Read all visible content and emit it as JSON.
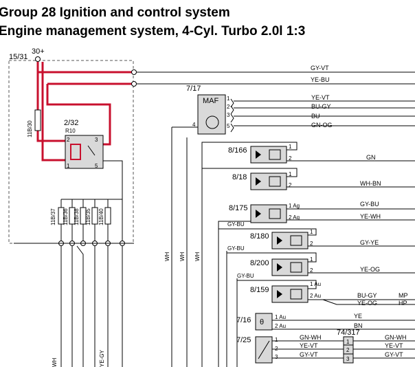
{
  "header": {
    "title_line1": "Group 28 Ignition and control system",
    "title_line2": "Engine management system, 4-Cyl. Turbo 2.0l 1:3"
  },
  "fuse_box": {
    "label": "15/31",
    "supply": "30+"
  },
  "relay": {
    "ref": "2/32",
    "sub": "R10",
    "fuse": "11B/30"
  },
  "fuses": [
    "11B/37",
    "11B/36",
    "11B/38",
    "11B/35",
    "11B/40"
  ],
  "bus_wires": [
    "GY-VT",
    "YE-BU"
  ],
  "maf": {
    "ref": "7/17",
    "label": "MAF",
    "pins": [
      "1",
      "2",
      "3",
      "4",
      "5"
    ],
    "wires": [
      "YE-VT",
      "BU-GY",
      "BU",
      "GN-OG"
    ]
  },
  "vertical_wires": [
    "WH",
    "WH",
    "WH",
    "WH",
    "YE-GY"
  ],
  "ground_wires": [
    "GY-BU",
    "GY-BU",
    "GY-BU"
  ],
  "injectors": [
    {
      "ref": "8/166",
      "pin1": "1",
      "pin2": "2",
      "wire": "GN"
    },
    {
      "ref": "8/18",
      "pin1": "1",
      "pin2": "2",
      "wire": "WH-BN"
    },
    {
      "ref": "8/175",
      "pin1": "1 Ag",
      "pin2": "2 Ag",
      "wire1": "GY-BU",
      "wire2": "YE-WH"
    },
    {
      "ref": "8/180",
      "pin1": "1",
      "pin2": "2",
      "wire": "GY-YE"
    },
    {
      "ref": "8/200",
      "pin1": "1",
      "pin2": "2",
      "wire": "YE-OG"
    },
    {
      "ref": "8/159",
      "pin1": "1 Au",
      "pin2": "2 Au",
      "wire_a": "BU-GY",
      "wire_b": "YE-OG",
      "tag_a": "MP",
      "tag_b": "HP"
    }
  ],
  "temp_sensor": {
    "ref": "7/16",
    "pin1": "1 Au",
    "pin2": "2 Au",
    "wire1": "YE",
    "wire2": "BN"
  },
  "pressure_sensor": {
    "ref": "7/25",
    "pins": [
      "1",
      "2",
      "3"
    ],
    "wires_left": [
      "GN-WH",
      "YE-VT",
      "GY-VT"
    ],
    "connector": "74/317",
    "conn_pins": [
      "1",
      "2",
      "3"
    ],
    "wires_right": [
      "GN-WH",
      "YE-VT",
      "GY-VT"
    ]
  }
}
